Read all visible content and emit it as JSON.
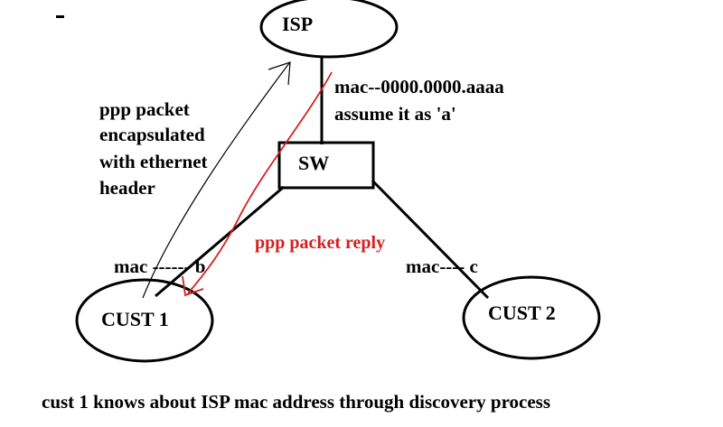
{
  "colors": {
    "ink": "#000000",
    "annotation_red": "#d42020"
  },
  "nodes": {
    "isp": "ISP",
    "switch": "SW",
    "cust1": "CUST 1",
    "cust2": "CUST 2"
  },
  "labels": {
    "isp_mac_line1": "mac--0000.0000.aaaa",
    "isp_mac_line2": "assume it as 'a'",
    "ppp_packet_lines": [
      "ppp packet",
      "encapsulated",
      "with ethernet",
      "header"
    ],
    "ppp_reply": "ppp packet reply",
    "cust1_mac": "mac ------ b",
    "cust2_mac": "mac---- c"
  },
  "caption": "cust 1 knows about ISP mac address through discovery process"
}
